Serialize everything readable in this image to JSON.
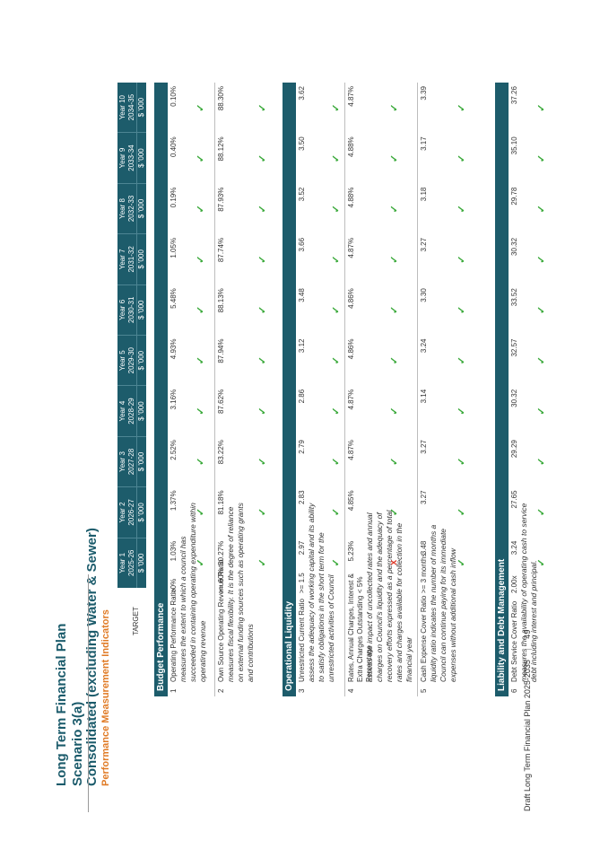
{
  "header": {
    "title_line1": "Long Term Financial Plan",
    "title_line2": "Scenario 3(a)",
    "title_line3": "Consolidated (excluding Water & Sewer)",
    "subtitle": "Performance Measurement Indicators",
    "target_label": "TARGET"
  },
  "years": [
    {
      "label": "Year 1",
      "period": "2025-26",
      "unit": "$ '000"
    },
    {
      "label": "Year 2",
      "period": "2026-27",
      "unit": "$ '000"
    },
    {
      "label": "Year 3",
      "period": "2027-28",
      "unit": "$ '000"
    },
    {
      "label": "Year 4",
      "period": "2028-29",
      "unit": "$ '000"
    },
    {
      "label": "Year 5",
      "period": "2029-30",
      "unit": "$ '000"
    },
    {
      "label": "Year 6",
      "period": "2030-31",
      "unit": "$ '000"
    },
    {
      "label": "Year 7",
      "period": "2031-32",
      "unit": "$ '000"
    },
    {
      "label": "Year 8",
      "period": "2032-33",
      "unit": "$ '000"
    },
    {
      "label": "Year 9",
      "period": "2033-34",
      "unit": "$ '000"
    },
    {
      "label": "Year 10",
      "period": "2034-35",
      "unit": "$ '000"
    }
  ],
  "sections": {
    "budget": "Budget Performance",
    "liquidity": "Operational Liquidity",
    "debt": "Liability and Debt Management"
  },
  "rows": [
    {
      "num": "1",
      "name": "Operating Performance Ratio",
      "target": ">0%",
      "desc": "measures the extent to which a council has succeeded in containing operating expenditure within operating revenue",
      "values": [
        "1.03%",
        "1.37%",
        "2.52%",
        "3.16%",
        "4.93%",
        "5.48%",
        "1.05%",
        "0.19%",
        "0.40%",
        "0.10%"
      ],
      "marks": [
        "tick",
        "tick",
        "tick",
        "tick",
        "tick",
        "tick",
        "tick",
        "tick",
        "tick",
        "tick"
      ]
    },
    {
      "num": "2",
      "name": "Own Source Operating Revenue Ratio",
      "target": ">= 60%",
      "desc": "measures fiscal flexibility. It is the degree of reliance on external funding sources such as operating grants and contributions",
      "values": [
        "80.27%",
        "81.18%",
        "83.22%",
        "87.62%",
        "87.94%",
        "88.13%",
        "87.74%",
        "87.93%",
        "88.12%",
        "88.30%"
      ],
      "marks": [
        "tick",
        "tick",
        "tick",
        "tick",
        "tick",
        "tick",
        "tick",
        "tick",
        "tick",
        "tick"
      ]
    },
    {
      "num": "3",
      "name": "Unrestricted Current Ratio",
      "target": ">= 1.5",
      "desc": "assess the adequacy of working capital and its ability to satisfy obligations in the short term for the unrestricted activities of Council",
      "values": [
        "2.97",
        "2.83",
        "2.79",
        "2.86",
        "3.12",
        "3.48",
        "3.66",
        "3.52",
        "3.50",
        "3.62"
      ],
      "marks": [
        "tick",
        "tick",
        "tick",
        "tick",
        "tick",
        "tick",
        "tick",
        "tick",
        "tick",
        "tick"
      ]
    },
    {
      "num": "4",
      "name": "Rates, Annual Charges, Interest & Extra Charges Outstanding Percentage",
      "target": "< 5%",
      "desc": "assess the impact of uncollected rates and annual charges on Council's liquidity and the adequacy of recovery efforts expressed as a percentage of total rates and charges available for collection in the financial year",
      "values": [
        "5.23%",
        "4.85%",
        "4.87%",
        "4.87%",
        "4.86%",
        "4.86%",
        "4.87%",
        "4.88%",
        "4.88%",
        "4.87%"
      ],
      "marks": [
        "cross",
        "tick",
        "tick",
        "tick",
        "tick",
        "tick",
        "tick",
        "tick",
        "tick",
        "tick"
      ]
    },
    {
      "num": "5",
      "name": "Cash Expense Cover Ratio",
      "target": ">= 3 months",
      "desc": "liquidity ratio indicates the number of months a Council can continue paying for its immediate expenses without additional cash inflow",
      "values": [
        "3.48",
        "3.27",
        "3.27",
        "3.14",
        "3.24",
        "3.30",
        "3.27",
        "3.18",
        "3.17",
        "3.39"
      ],
      "marks": [
        "tick",
        "tick",
        "tick",
        "tick",
        "tick",
        "tick",
        "tick",
        "tick",
        "tick",
        "tick"
      ]
    },
    {
      "num": "6",
      "name": "Debt Service Cover Ratio",
      "target": "2.00x",
      "desc": "measures the availability of operating cash to service debt including interest and principal.",
      "values": [
        "3.24",
        "27.65",
        "29.29",
        "30.32",
        "32.57",
        "33.52",
        "30.32",
        "29.78",
        "35.10",
        "37.26"
      ],
      "marks": [
        "tick",
        "tick",
        "tick",
        "tick",
        "tick",
        "tick",
        "tick",
        "tick",
        "tick",
        "tick"
      ]
    }
  ],
  "symbols": {
    "tick": "✓",
    "cross": "x"
  },
  "footer": {
    "text": "Draft Long Term Financial Plan 2025-2035",
    "separator": "|",
    "page": "49"
  }
}
